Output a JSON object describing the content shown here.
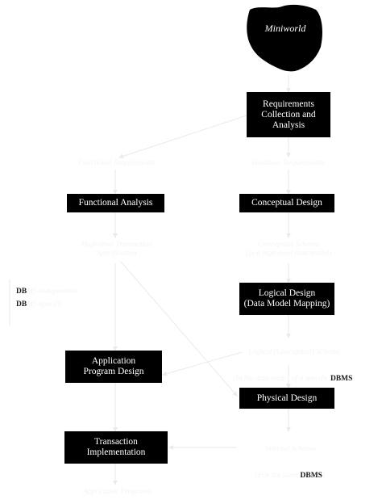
{
  "miniworld": "Miniworld",
  "boxes": {
    "requirements": "Requirements\nCollection and\nAnalysis",
    "functional_analysis": "Functional Analysis",
    "conceptual_design": "Conceptual Design",
    "logical_design": "Logical Design\n(Data Model Mapping)",
    "application_program_design": "Application\nProgram Design",
    "physical_design": "Physical Design",
    "transaction_implementation": "Transaction\nImplementation"
  },
  "notes": {
    "functional_requirements": "Functional Requirements",
    "database_requirements": "Database Requirements",
    "high_level_transaction_specification": "High-level Transaction\nSpecification",
    "conceptual_schema": "Conceptual Schema\n(In a high-level data model)",
    "logical_schema_line1": "Logical (Conceptual) Schema",
    "logical_schema_line2_prefix": "(In the data model of a specific ",
    "logical_schema_line2_tag": "DBMS",
    "logical_schema_line2_suffix": ")",
    "internal_schema_line1": "Internal Schema",
    "internal_schema_line2_prefix": "(For the same ",
    "internal_schema_line2_tag": "DBMS",
    "internal_schema_line2_suffix": ")",
    "application_programs": "Application Programs"
  },
  "dbms_legend": {
    "independent_tag": "DB",
    "independent_text": "MS-independent",
    "specific_tag": "DB",
    "specific_text": "MS-specific"
  },
  "colors": {
    "box_fill": "#000000",
    "box_text": "#ffffff",
    "background": "#ffffff"
  }
}
